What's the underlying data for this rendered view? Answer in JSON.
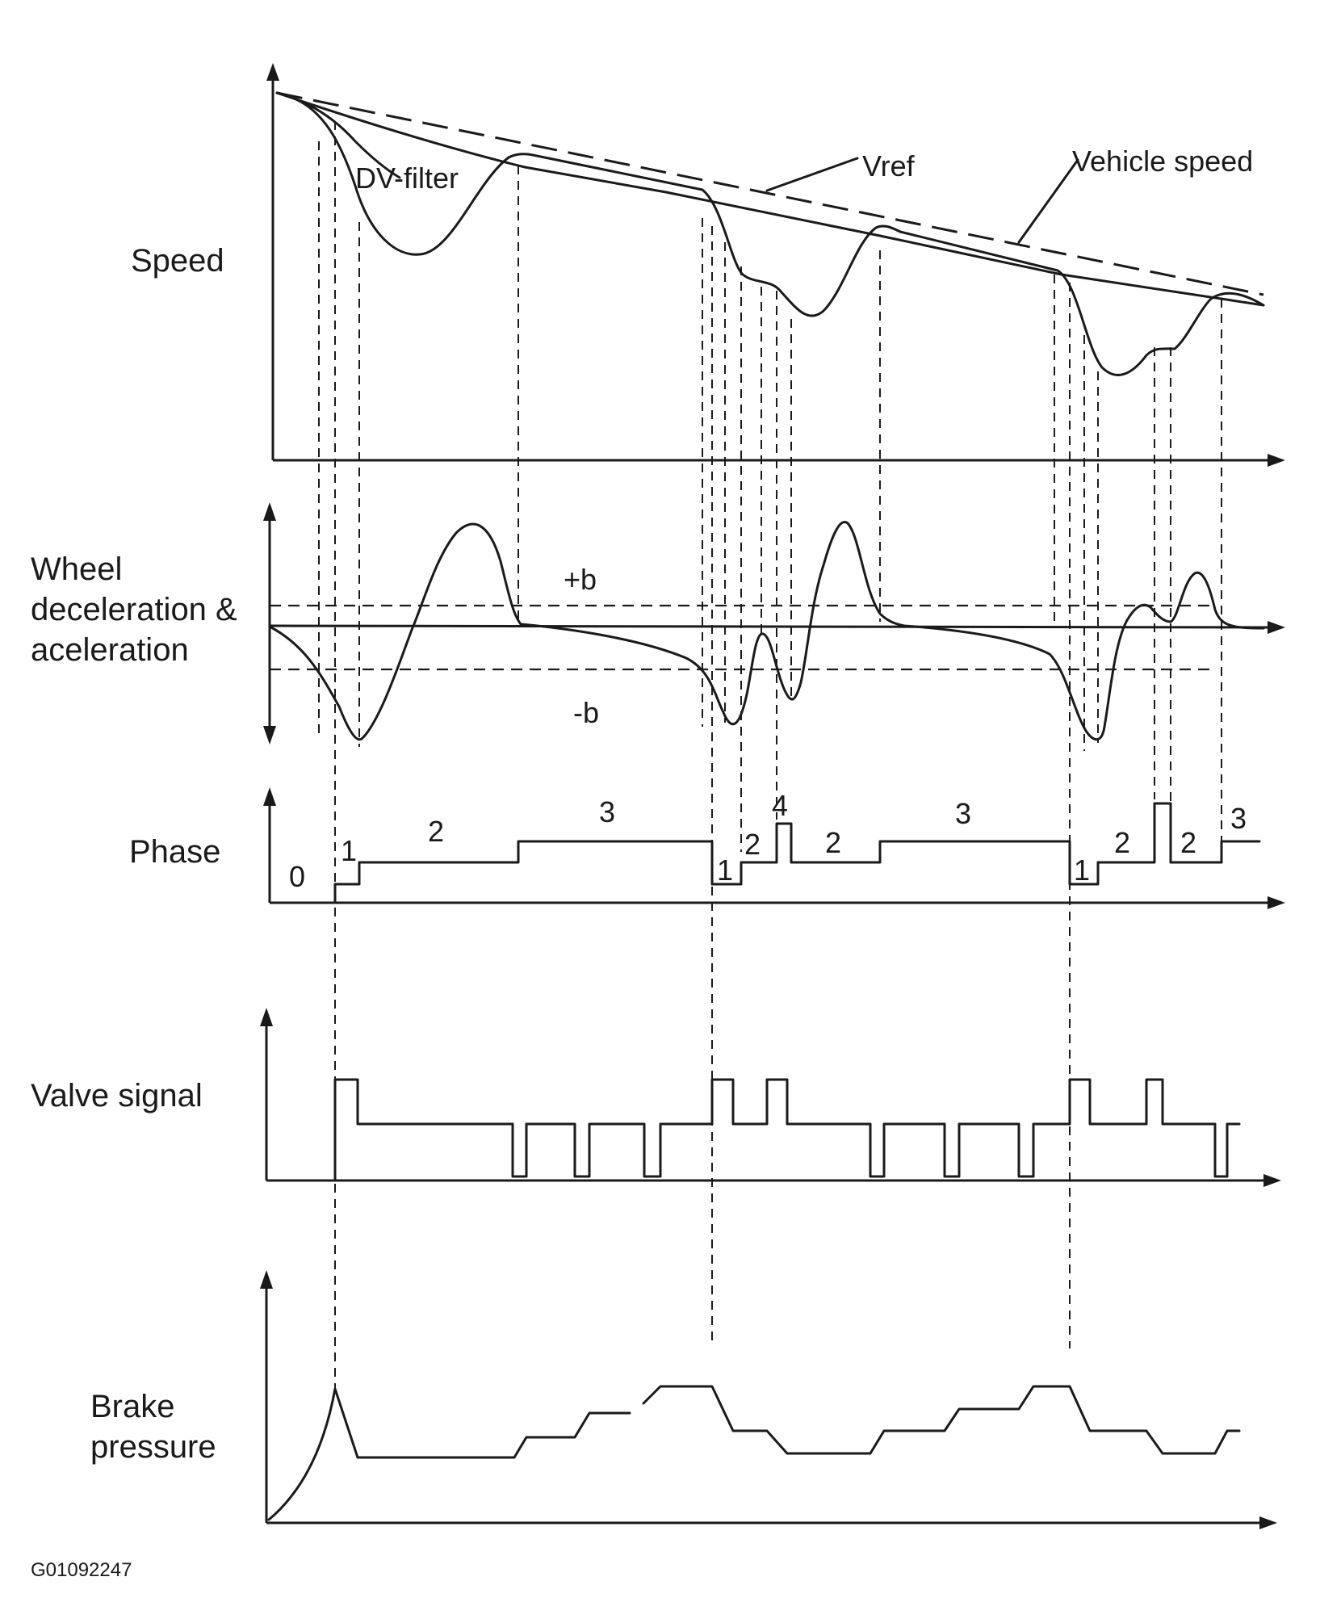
{
  "labels": {
    "speed": "Speed",
    "wheel_line1": "Wheel",
    "wheel_line2": "deceleration &",
    "wheel_line3": "aceleration",
    "phase": "Phase",
    "valve_signal": "Valve signal",
    "brake_line1": "Brake",
    "brake_line2": "pressure",
    "dv_filter": "DV-filter",
    "vref": "Vref",
    "vehicle_speed": "Vehicle speed",
    "plus_b": "+b",
    "minus_b": "-b"
  },
  "phase_numbers": [
    "0",
    "1",
    "2",
    "3",
    "1",
    "2",
    "4",
    "2",
    "3",
    "1",
    "2",
    "2",
    "3"
  ],
  "figure_code": "G01092247"
}
